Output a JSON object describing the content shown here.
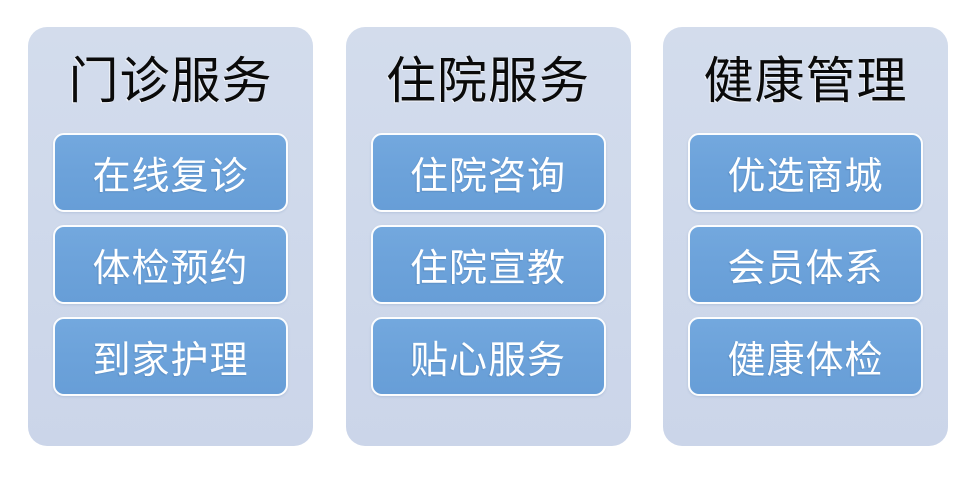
{
  "diagram": {
    "type": "three-column-service-catalog",
    "colors": {
      "page_background": "#FFFFFF",
      "panel_background": "#CFD9EB",
      "button_background": "#6CA2DA",
      "button_border": "#FCFDFE",
      "title_text": "#0A0A0A",
      "button_text": "#FFFFFF"
    },
    "columns": [
      {
        "title": "门诊服务",
        "items": [
          {
            "label": "在线复诊"
          },
          {
            "label": "体检预约"
          },
          {
            "label": "到家护理"
          }
        ]
      },
      {
        "title": "住院服务",
        "items": [
          {
            "label": "住院咨询"
          },
          {
            "label": "住院宣教"
          },
          {
            "label": "贴心服务"
          }
        ]
      },
      {
        "title": "健康管理",
        "items": [
          {
            "label": "优选商城"
          },
          {
            "label": "会员体系"
          },
          {
            "label": "健康体检"
          }
        ]
      }
    ]
  }
}
